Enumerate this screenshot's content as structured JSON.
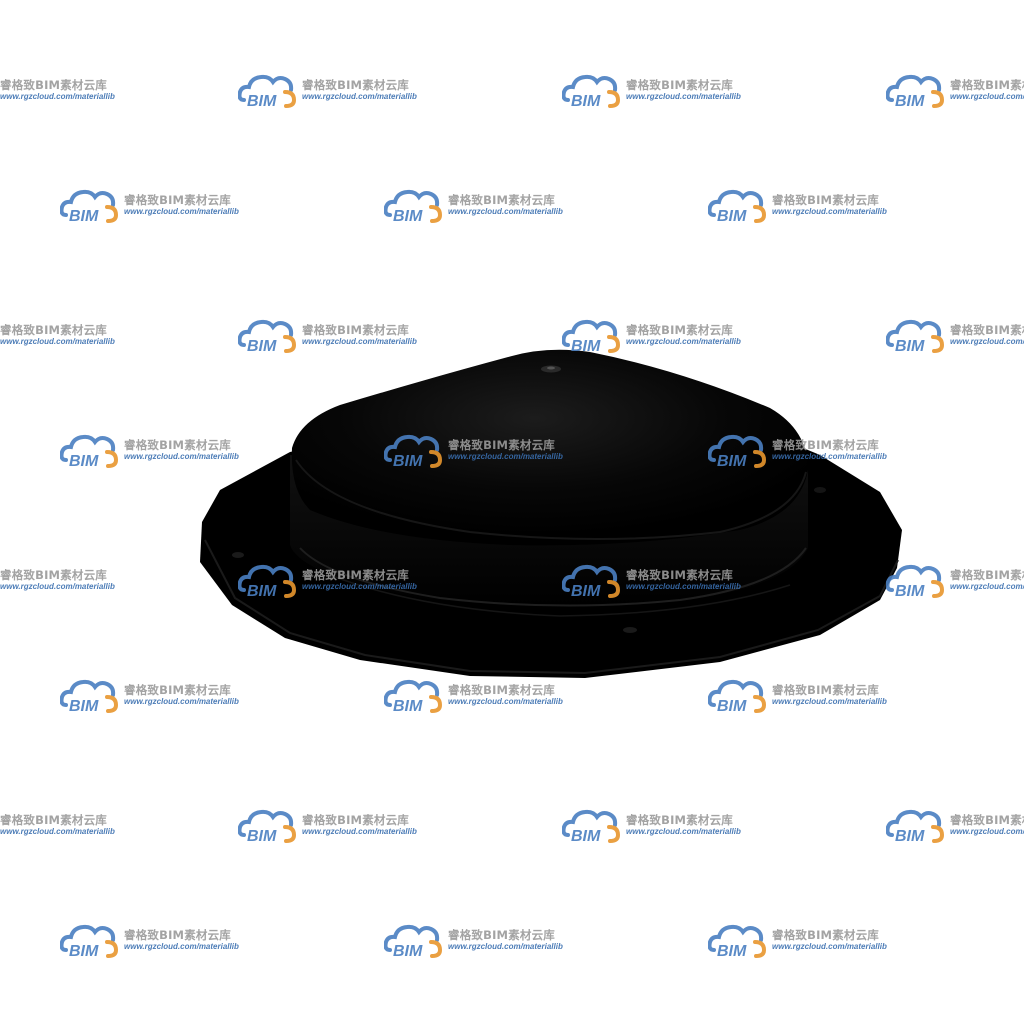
{
  "image": {
    "subject": "black rubber vibration isolator mount",
    "background_color": "#ffffff",
    "object_color": "#000000"
  },
  "watermark": {
    "logo_text": "BIM",
    "brand_text": "睿格致BIM素材云库",
    "url_text": "www.rgzcloud.com/materiallib",
    "logo_blue": "#4a7fc1",
    "logo_orange": "#e8962e"
  }
}
